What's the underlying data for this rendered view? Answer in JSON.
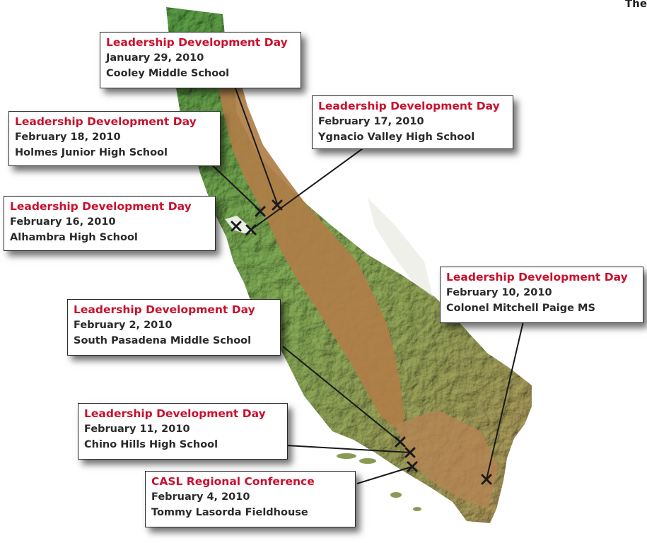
{
  "header_fragment": "The",
  "colors": {
    "title_red": "#c8102e",
    "text": "#2a2a2a",
    "valley": "#b07e48",
    "mountain": "#4c9a3e",
    "leader_line": "#1a1a1a"
  },
  "events": [
    {
      "id": "cooley",
      "title": "Leadership Development Day",
      "date": "January 29, 2010",
      "school": "Cooley Middle School"
    },
    {
      "id": "ygnacio",
      "title": "Leadership Development Day",
      "date": "February 17, 2010",
      "school": "Ygnacio Valley High School"
    },
    {
      "id": "holmes",
      "title": "Leadership Development Day",
      "date": "February 18, 2010",
      "school": "Holmes Junior High School"
    },
    {
      "id": "alhambra",
      "title": "Leadership Development Day",
      "date": "February 16, 2010",
      "school": "Alhambra High School"
    },
    {
      "id": "paige",
      "title": "Leadership Development Day",
      "date": "February 10, 2010",
      "school": "Colonel Mitchell Paige MS"
    },
    {
      "id": "pasadena",
      "title": "Leadership Development Day",
      "date": "February 2, 2010",
      "school": "South Pasadena Middle School"
    },
    {
      "id": "chino",
      "title": "Leadership Development Day",
      "date": "February 11, 2010",
      "school": "Chino Hills High School"
    },
    {
      "id": "casl",
      "title": "CASL Regional Conference",
      "date": "February 4, 2010",
      "school": "Tommy Lasorda Fieldhouse"
    }
  ]
}
